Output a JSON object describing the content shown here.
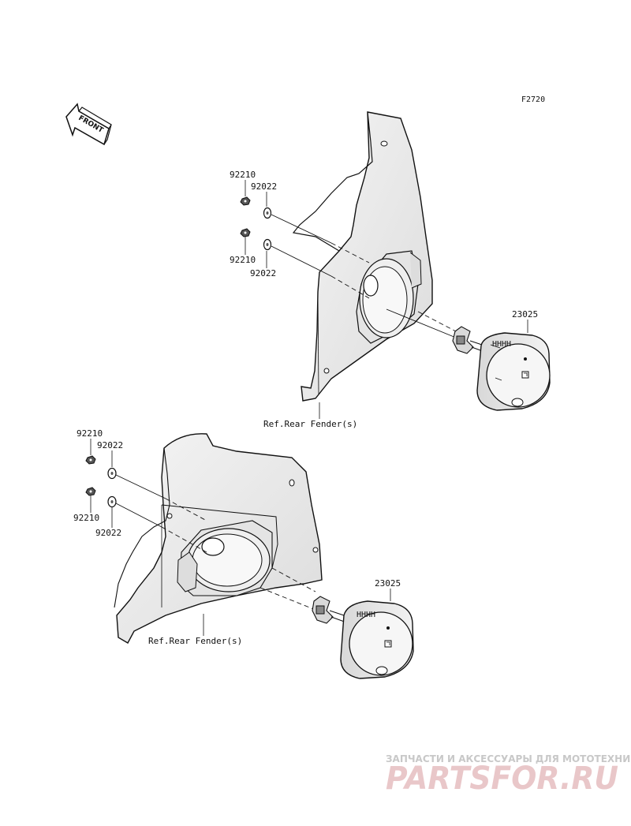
{
  "diagram_code": "F2720",
  "front_label": "FRONT",
  "upper_assembly": {
    "nut_top_label": "92210",
    "washer_top_label": "92022",
    "nut_bottom_label": "92210",
    "washer_bottom_label": "92022",
    "lamp_label": "23025",
    "fender_ref_label": "Ref.Rear Fender(s)"
  },
  "lower_assembly": {
    "nut_top_label": "92210",
    "washer_top_label": "92022",
    "nut_bottom_label": "92210",
    "washer_bottom_label": "92022",
    "lamp_label": "23025",
    "fender_ref_label": "Ref.Rear Fender(s)"
  },
  "watermark": {
    "tagline": "ЗАПЧАСТИ И АКСЕССУАРЫ ДЛЯ МОТОТЕХНИКИ",
    "brand": "PARTSFOR.RU"
  },
  "colors": {
    "line": "#111111",
    "panel_fill": "#eeeeee",
    "watermark_brand": "#e9c7c9",
    "watermark_tagline": "#c8c8c8"
  }
}
